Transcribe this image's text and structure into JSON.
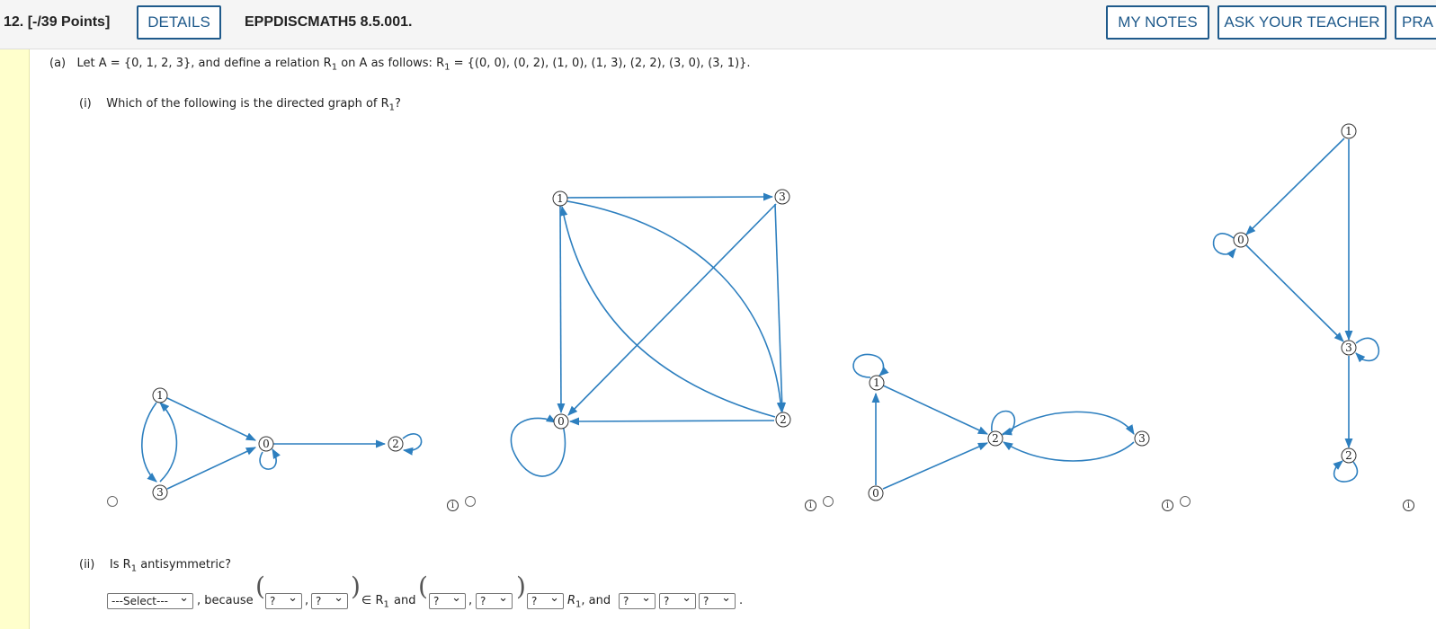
{
  "header": {
    "question_number": "12.",
    "points": "[-/39 Points]",
    "details_label": "DETAILS",
    "problem_code": "EPPDISCMATH5 8.5.001.",
    "my_notes_label": "MY NOTES",
    "ask_teacher_label": "ASK YOUR TEACHER",
    "practice_label": "PRA"
  },
  "part_a": {
    "label": "(a)",
    "statement_prefix": "Let A = {0, 1, 2, 3}, and define a relation R",
    "statement_mid": " on A as follows: R",
    "statement_suffix": " = {(0, 0), (0, 2), (1, 0), (1, 3), (2, 2), (3, 0), (3, 1)}.",
    "subscript": "1"
  },
  "part_i": {
    "label": "(i)",
    "question": "Which of the following is the directed graph of R",
    "question_end": "?",
    "subscript": "1"
  },
  "graphs": {
    "node_labels": [
      "0",
      "1",
      "2",
      "3"
    ]
  },
  "part_ii": {
    "label": "(ii)",
    "question": "Is R",
    "question_end": " antisymmetric?",
    "subscript": "1",
    "select_placeholder": "---Select---",
    "because": ", because",
    "q": "?",
    "comma": ",",
    "in_r": "∈ R",
    "and": "and",
    "r1_and": ", and",
    "period": "."
  },
  "colors": {
    "edge": "#2d7fbf",
    "button": "#1f5a8b",
    "sidebar": "#ffffcc"
  }
}
